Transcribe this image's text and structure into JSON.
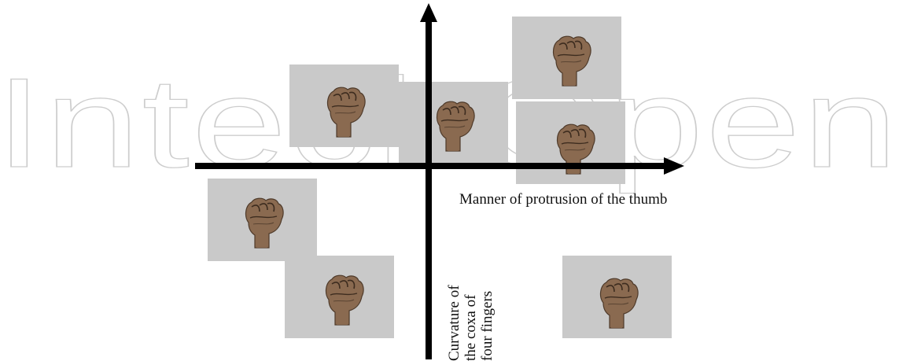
{
  "watermark": {
    "text": "IntechOpen"
  },
  "axes": {
    "x_label": "Manner of protrusion of the thumb",
    "y_label_lines": [
      "Curvature of",
      "the coxa of",
      "four fingers"
    ]
  },
  "photos": [
    {
      "id": "hand-photo-1",
      "icon": "fist-icon"
    },
    {
      "id": "hand-photo-2",
      "icon": "fist-icon"
    },
    {
      "id": "hand-photo-3",
      "icon": "fist-icon"
    },
    {
      "id": "hand-photo-4",
      "icon": "fist-icon"
    },
    {
      "id": "hand-photo-5",
      "icon": "fist-icon"
    },
    {
      "id": "hand-photo-6",
      "icon": "fist-icon"
    },
    {
      "id": "hand-photo-7",
      "icon": "fist-icon"
    }
  ],
  "colors": {
    "axis": "#000000",
    "photo_bg": "#c9c9c9",
    "skin": "#8a6a50",
    "watermark": "#cfcfcf"
  }
}
